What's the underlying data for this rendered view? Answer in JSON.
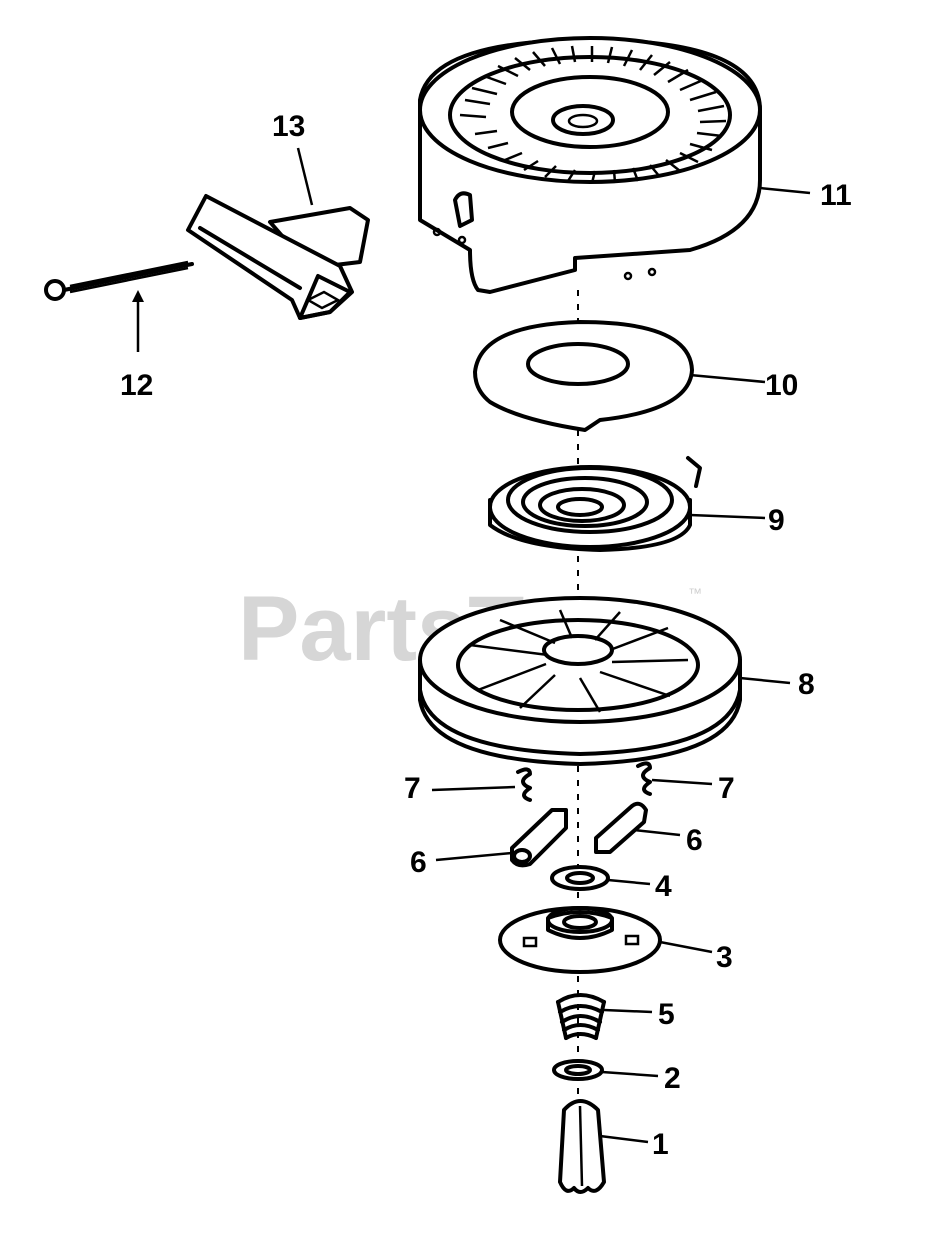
{
  "watermark": {
    "text": "PartsTree",
    "trademark": "™"
  },
  "callouts": {
    "p1": "1",
    "p2": "2",
    "p3": "3",
    "p4": "4",
    "p5": "5",
    "p6a": "6",
    "p6b": "6",
    "p7a": "7",
    "p7b": "7",
    "p8": "8",
    "p9": "9",
    "p10": "10",
    "p11": "11",
    "p12": "12",
    "p13": "13"
  },
  "colors": {
    "ink": "#000000",
    "paper": "#ffffff",
    "watermark": "#cfcfcf"
  }
}
